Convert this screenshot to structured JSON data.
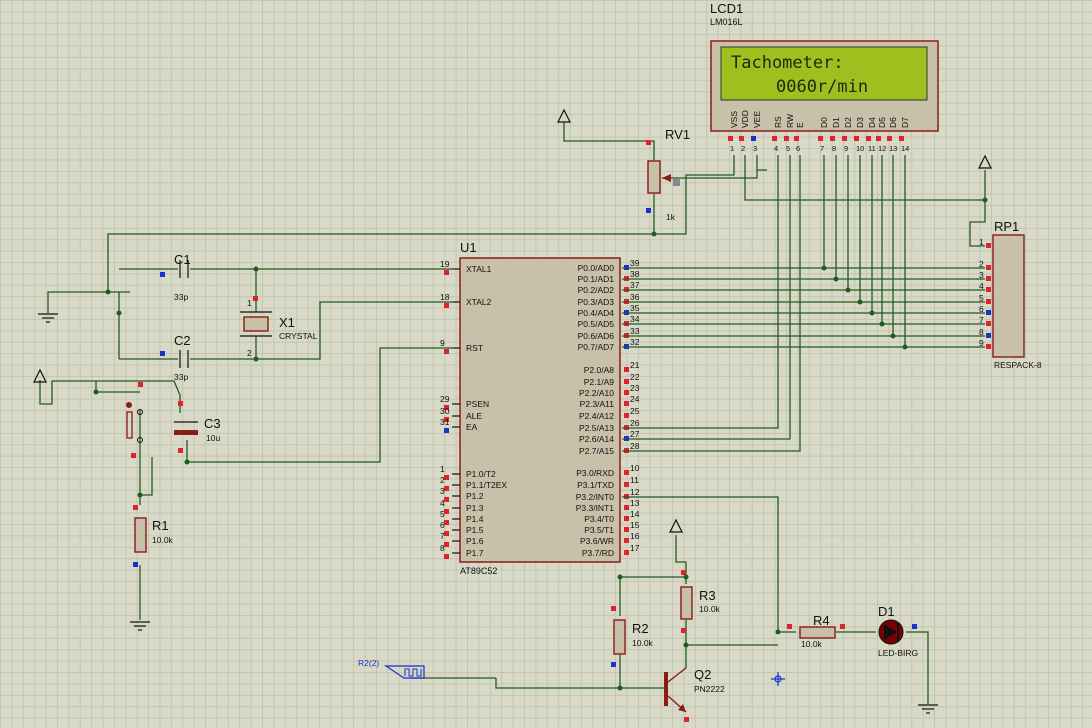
{
  "lcd": {
    "ref": "LCD1",
    "model": "LM016L",
    "line1": "Tachometer:",
    "line2": "0060r/min",
    "pins": [
      "VSS",
      "VDD",
      "VEE",
      "RS",
      "RW",
      "E",
      "D0",
      "D1",
      "D2",
      "D3",
      "D4",
      "D5",
      "D6",
      "D7"
    ],
    "pin_numbers": [
      "1",
      "2",
      "3",
      "4",
      "5",
      "6",
      "7",
      "8",
      "9",
      "10",
      "11",
      "12",
      "13",
      "14"
    ]
  },
  "rv1": {
    "ref": "RV1",
    "value": "1k"
  },
  "c1": {
    "ref": "C1",
    "value": "33p"
  },
  "c2": {
    "ref": "C2",
    "value": "33p"
  },
  "c3": {
    "ref": "C3",
    "value": "10u"
  },
  "x1": {
    "ref": "X1",
    "value": "CRYSTAL"
  },
  "r1": {
    "ref": "R1",
    "value": "10.0k"
  },
  "r2": {
    "ref": "R2",
    "value": "10.0k"
  },
  "r3": {
    "ref": "R3",
    "value": "10.0k"
  },
  "r4": {
    "ref": "R4",
    "value": "10.0k"
  },
  "d1": {
    "ref": "D1",
    "value": "LED-BIRG"
  },
  "q2": {
    "ref": "Q2",
    "value": "PN2222"
  },
  "rp1": {
    "ref": "RP1",
    "value": "RESPACK-8",
    "pins": [
      "1",
      "2",
      "3",
      "4",
      "5",
      "6",
      "7",
      "8",
      "9"
    ]
  },
  "generator": {
    "label": "R2(2)"
  },
  "u1": {
    "ref": "U1",
    "model": "AT89C52",
    "left_pins": [
      {
        "num": "19",
        "name": "XTAL1"
      },
      {
        "num": "18",
        "name": "XTAL2"
      },
      {
        "num": "9",
        "name": "RST"
      },
      {
        "num": "29",
        "name": "PSEN"
      },
      {
        "num": "30",
        "name": "ALE"
      },
      {
        "num": "31",
        "name": "EA"
      },
      {
        "num": "1",
        "name": "P1.0/T2"
      },
      {
        "num": "2",
        "name": "P1.1/T2EX"
      },
      {
        "num": "3",
        "name": "P1.2"
      },
      {
        "num": "4",
        "name": "P1.3"
      },
      {
        "num": "5",
        "name": "P1.4"
      },
      {
        "num": "6",
        "name": "P1.5"
      },
      {
        "num": "7",
        "name": "P1.6"
      },
      {
        "num": "8",
        "name": "P1.7"
      }
    ],
    "right_pins": [
      {
        "num": "39",
        "name": "P0.0/AD0"
      },
      {
        "num": "38",
        "name": "P0.1/AD1"
      },
      {
        "num": "37",
        "name": "P0.2/AD2"
      },
      {
        "num": "36",
        "name": "P0.3/AD3"
      },
      {
        "num": "35",
        "name": "P0.4/AD4"
      },
      {
        "num": "34",
        "name": "P0.5/AD5"
      },
      {
        "num": "33",
        "name": "P0.6/AD6"
      },
      {
        "num": "32",
        "name": "P0.7/AD7"
      },
      {
        "num": "21",
        "name": "P2.0/A8"
      },
      {
        "num": "22",
        "name": "P2.1/A9"
      },
      {
        "num": "23",
        "name": "P2.2/A10"
      },
      {
        "num": "24",
        "name": "P2.3/A11"
      },
      {
        "num": "25",
        "name": "P2.4/A12"
      },
      {
        "num": "26",
        "name": "P2.5/A13"
      },
      {
        "num": "27",
        "name": "P2.6/A14"
      },
      {
        "num": "28",
        "name": "P2.7/A15"
      },
      {
        "num": "10",
        "name": "P3.0/RXD"
      },
      {
        "num": "11",
        "name": "P3.1/TXD"
      },
      {
        "num": "12",
        "name": "P3.2/INT0"
      },
      {
        "num": "13",
        "name": "P3.3/INT1"
      },
      {
        "num": "14",
        "name": "P3.4/T0"
      },
      {
        "num": "15",
        "name": "P3.5/T1"
      },
      {
        "num": "16",
        "name": "P3.6/WR"
      },
      {
        "num": "17",
        "name": "P3.7/RD"
      }
    ]
  },
  "colors": {
    "wire": "#1f5c1f",
    "component_outline": "#8b1a1a",
    "component_fill": "#c8c0a8",
    "lcd_screen": "#9fbf1e",
    "pin_red": "#e0222c",
    "pin_blue": "#1733cc",
    "grid_bg": "#d9d9c7"
  }
}
